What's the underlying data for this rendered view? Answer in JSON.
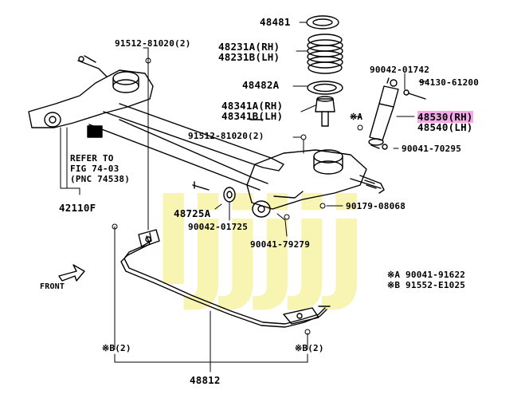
{
  "watermark": "ljjjjj",
  "parts": {
    "spring_seat_upper": "48481",
    "coil_spring_rh": "48231A(RH)",
    "coil_spring_lh": "48231B(LH)",
    "spring_insulator": "48482A",
    "bumper_rh": "48341A(RH)",
    "bumper_lh": "48341B(LH)",
    "bolt_top_left": "91512-81020(2)",
    "bolt_mid": "91512-81020(2)",
    "shock_bolt_top": "90042-01742",
    "shock_nut_top": "94130-61200",
    "absorber_rh": "48530(RH)",
    "absorber_lh": "48540(LH)",
    "shock_bolt_bottom": "90041-70295",
    "refer_line1": "REFER TO",
    "refer_line2": "FIG 74-03",
    "refer_line3": "(PNC 74538)",
    "beam": "42110F",
    "bushing": "48725A",
    "bushing_bolt": "90042-01725",
    "hub_bolt": "90179-08068",
    "beam_nut": "90041-79279",
    "note_a": "※A 90041-91622",
    "note_b": "※B 91552-E1025",
    "front_label": "FRONT",
    "stabilizer_b_left": "※B(2)",
    "stabilizer_b_right": "※B(2)",
    "stabilizer_bar": "48812",
    "star_a": "※A"
  }
}
